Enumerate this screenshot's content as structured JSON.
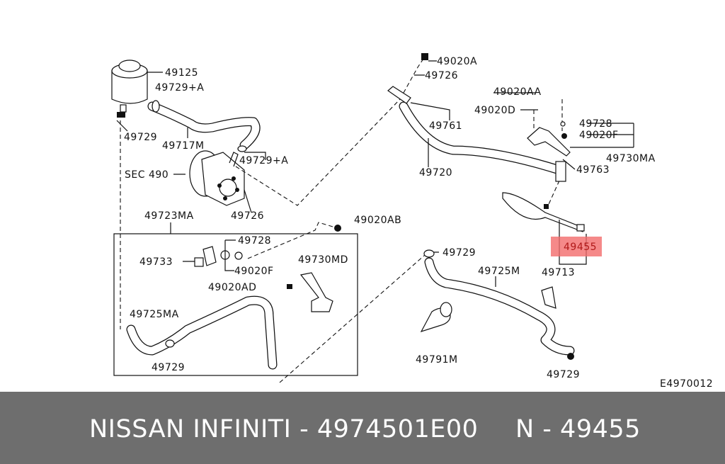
{
  "diagram": {
    "highlight_color": "#f26b6b",
    "labels": {
      "l49020A": "49020A",
      "l49726_top": "49726",
      "l49125": "49125",
      "l49729A_top": "49729+A",
      "l49020AA": "49020AA",
      "l49761": "49761",
      "l49020D": "49020D",
      "l49728_right": "49728",
      "l49020F_right": "49020F",
      "l49729_left": "49729",
      "l49717M": "49717M",
      "l49729A_mid": "49729+A",
      "l49730MA": "49730MA",
      "l49763": "49763",
      "lSEC490": "SEC 490",
      "l49720": "49720",
      "l49726_pump": "49726",
      "l49723MA": "49723MA",
      "l49020AB": "49020AB",
      "l49728_box": "49728",
      "l49733": "49733",
      "l49729_mid": "49729",
      "l49730MD": "49730MD",
      "l49455": "49455",
      "l49020F_box": "49020F",
      "l49713": "49713",
      "l49725M": "49725M",
      "l49020AD": "49020AD",
      "l49725MA": "49725MA",
      "l49729_box": "49729",
      "l49791M": "49791M",
      "l49729_bottom": "49729",
      "diagram_code": "E4970012"
    }
  },
  "footer": {
    "brand_part": "NISSAN INFINITI - 4974501E00",
    "ref": "N - 49455"
  }
}
